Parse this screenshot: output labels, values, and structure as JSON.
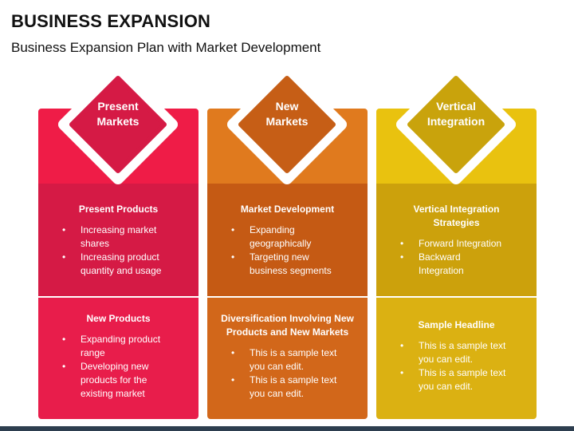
{
  "title": "BUSINESS EXPANSION",
  "subtitle": "Business Expansion Plan with Market Development",
  "columns": [
    {
      "heading_line1": "Present",
      "heading_line2": "Markets",
      "colors": {
        "top": "#ef1c47",
        "mid": "#d51a45",
        "bottom": "#e81d4b",
        "diamond": "#d51a45"
      },
      "sections": [
        {
          "heading_lines": [
            "Present Products"
          ],
          "bullets": [
            [
              "Increasing market",
              "shares"
            ],
            [
              "Increasing product",
              "quantity and usage"
            ]
          ]
        },
        {
          "heading_lines": [
            "New Products"
          ],
          "bullets": [
            [
              "Expanding product",
              "range"
            ],
            [
              "Developing new",
              "products for the",
              "existing market"
            ]
          ]
        }
      ]
    },
    {
      "heading_line1": "New",
      "heading_line2": "Markets",
      "colors": {
        "top": "#e07a1e",
        "mid": "#c55a14",
        "bottom": "#d2671a",
        "diamond": "#c65e16"
      },
      "sections": [
        {
          "heading_lines": [
            "Market Development"
          ],
          "bullets": [
            [
              "Expanding",
              "geographically"
            ],
            [
              "Targeting new",
              "business segments"
            ]
          ]
        },
        {
          "heading_lines": [
            "Diversification Involving New",
            "Products and New Markets"
          ],
          "bullets": [
            [
              "This is a sample text",
              "you can edit."
            ],
            [
              "This is a sample text",
              "you can edit."
            ]
          ]
        }
      ]
    },
    {
      "heading_line1": "Vertical",
      "heading_line2": "Integration",
      "colors": {
        "top": "#e9c20f",
        "mid": "#cca10c",
        "bottom": "#dbb112",
        "diamond": "#c9a30c"
      },
      "sections": [
        {
          "heading_lines": [
            "Vertical Integration",
            "Strategies"
          ],
          "bullets": [
            [
              "Forward Integration"
            ],
            [
              "Backward",
              "Integration"
            ]
          ]
        },
        {
          "heading_lines": [
            "Sample Headline"
          ],
          "bullets": [
            [
              "This is a sample text",
              "you can edit."
            ],
            [
              "This is a sample text",
              "you can edit."
            ]
          ]
        }
      ]
    }
  ]
}
